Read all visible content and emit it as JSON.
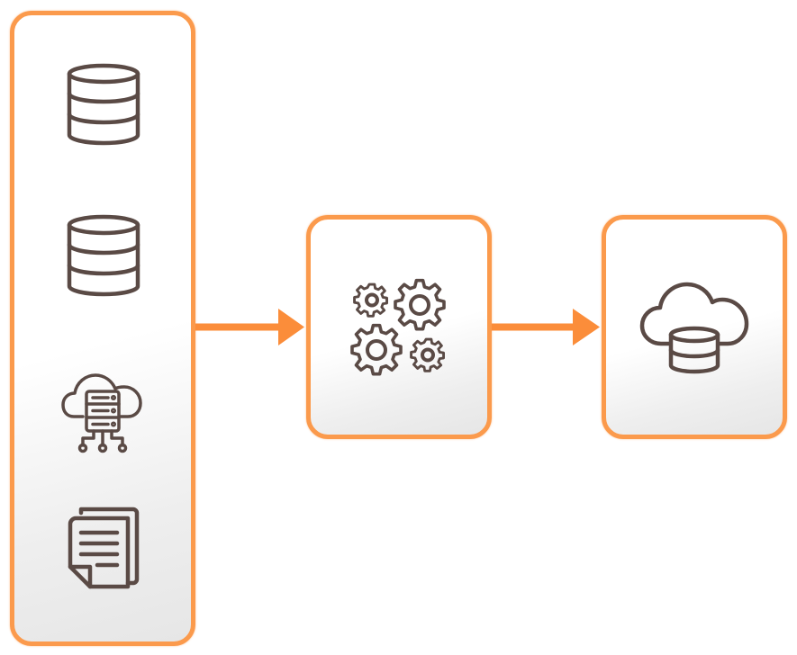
{
  "diagram": {
    "colors": {
      "border": "#fb9a4c",
      "arrow": "#fb8d3a",
      "icon_stroke": "#5a4a45"
    },
    "nodes": [
      {
        "id": "sources",
        "icons": [
          "database-icon",
          "database-icon",
          "cloud-server-icon",
          "documents-icon"
        ]
      },
      {
        "id": "processing",
        "icons": [
          "gears-icon"
        ]
      },
      {
        "id": "storage",
        "icons": [
          "cloud-database-icon"
        ]
      }
    ],
    "edges": [
      {
        "from": "sources",
        "to": "processing"
      },
      {
        "from": "processing",
        "to": "storage"
      }
    ]
  }
}
